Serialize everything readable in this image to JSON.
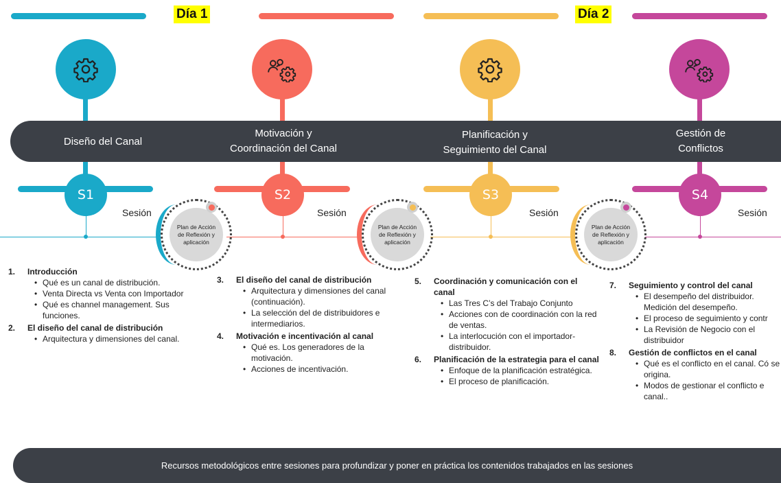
{
  "days": {
    "day1": "Día 1",
    "day2": "Día 2"
  },
  "colors": {
    "s1": "#1aa9c9",
    "s2": "#f76b5d",
    "s3": "#f5be55",
    "s4": "#c5479b",
    "band": "#3c4047"
  },
  "stages": [
    {
      "title_line1": "Diseño del Canal",
      "title_line2": "",
      "node": "S1",
      "icon": "gear-icon"
    },
    {
      "title_line1": "Motivación y",
      "title_line2": "Coordinación del Canal",
      "node": "S2",
      "icon": "people-gear-icon"
    },
    {
      "title_line1": "Planificación y",
      "title_line2": "Seguimiento del Canal",
      "node": "S3",
      "icon": "gear-icon"
    },
    {
      "title_line1": "Gestión de",
      "title_line2": "Conflictos",
      "node": "S4",
      "icon": "people-gear-icon"
    }
  ],
  "session_label": "Sesión",
  "plan": {
    "line1": "Plan de Acción",
    "line2": "de Reflexión y",
    "line3": "aplicación"
  },
  "columns": [
    {
      "sections": [
        {
          "num": "1.",
          "title": "Introducción",
          "bullets": [
            "Qué es un canal de distribución.",
            "Venta Directa vs Venta con Importador",
            "Qué es channel management. Sus funciones."
          ]
        },
        {
          "num": "2.",
          "title": "El diseño del canal de distribución",
          "bullets": [
            "Arquitectura y dimensiones del canal."
          ]
        }
      ]
    },
    {
      "sections": [
        {
          "num": "3.",
          "title": "El diseño del canal de distribución",
          "bullets": [
            "Arquitectura y dimensiones del canal (continuación).",
            "La selección del de distribuidores e intermediarios."
          ]
        },
        {
          "num": "4.",
          "title": "Motivación e incentivación al canal",
          "bullets": [
            " Qué es. Los generadores de la motivación.",
            "Acciones de incentivación."
          ]
        }
      ]
    },
    {
      "sections": [
        {
          "num": "5.",
          "title": "Coordinación y comunicación con el canal",
          "bullets": [
            "Las Tres C’s del Trabajo Conjunto",
            "Acciones con de coordinación con la red de ventas.",
            "La interlocución con el importador-distribuidor."
          ]
        },
        {
          "num": "6.",
          "title": "Planificación de la estrategia para el canal",
          "bullets": [
            "Enfoque de la planificación estratégica.",
            "El proceso  de planificación."
          ]
        }
      ]
    },
    {
      "sections": [
        {
          "num": "7.",
          "title": "Seguimiento y control del canal",
          "bullets": [
            "El desempeño del distribuidor. Medición del desempeño.",
            "El proceso de seguimiento y contr",
            "La Revisión de Negocio con el distribuidor"
          ]
        },
        {
          "num": "8.",
          "title": "Gestión de conflictos en el canal",
          "bullets": [
            "Qué es el conflicto en el canal. Có se origina.",
            "Modos de gestionar el conflicto e canal.."
          ]
        }
      ]
    }
  ],
  "footer": "Recursos metodológicos entre sesiones para profundizar  y poner en práctica los contenidos trabajados en las  sesiones"
}
